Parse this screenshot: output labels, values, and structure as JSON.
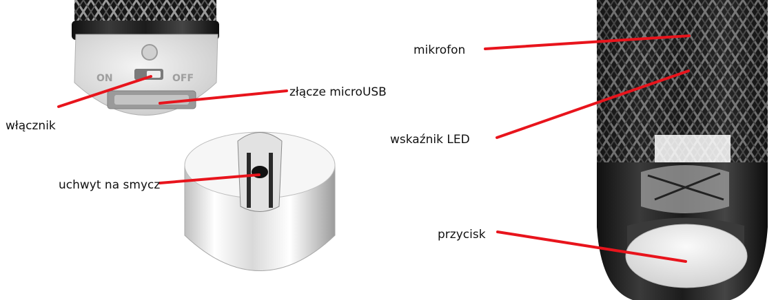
{
  "labels": {
    "mikrofon": "mikrofon",
    "led": "wskaźnik LED",
    "przycisk": "przycisk",
    "wlacznik": "włącznik",
    "microusb": "złącze microUSB",
    "uchwyt": "uchwyt na smycz",
    "on": "ON",
    "off": "OFF"
  },
  "colors": {
    "leader_line": "#e8141c",
    "chrome_dark": "#1a1a1a",
    "chrome_light": "#f2f2f2",
    "cap_white": "#dcdcdc"
  }
}
